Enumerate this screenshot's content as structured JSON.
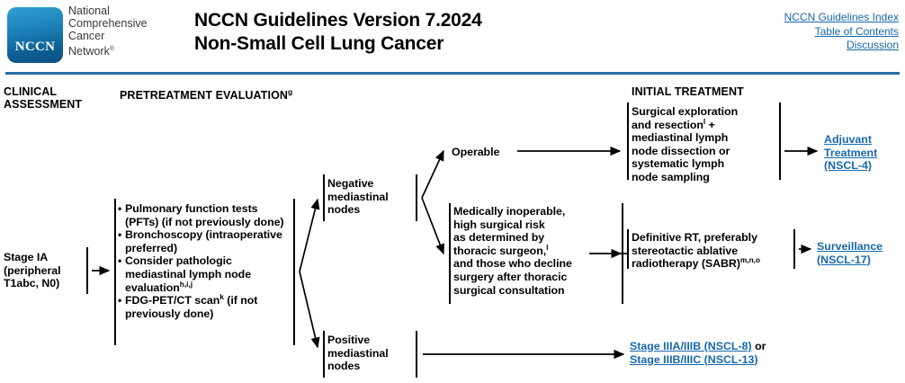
{
  "header": {
    "logo_text": "NCCN",
    "brand_lines": [
      "National",
      "Comprehensive",
      "Cancer",
      "Network"
    ],
    "brand_registered": "®",
    "title_line1": "NCCN Guidelines Version 7.2024",
    "title_line2": "Non-Small Cell Lung Cancer",
    "links": [
      "NCCN Guidelines Index",
      "Table of Contents",
      "Discussion"
    ],
    "rule_color": "#2a6ea6",
    "link_color": "#1768ad"
  },
  "columns": {
    "clinical_assessment": "CLINICAL\nASSESSMENT",
    "clinical_assessment_line1": "CLINICAL",
    "clinical_assessment_line2": "ASSESSMENT",
    "pretreatment_evaluation": "PRETREATMENT EVALUATION",
    "pretreatment_evaluation_sup": "g",
    "initial_treatment": "INITIAL TREATMENT"
  },
  "nodes": {
    "stage": {
      "line1": "Stage IA",
      "line2": "(peripheral",
      "line3": "T1abc, N0)"
    },
    "pretreatment_bullets": [
      "Pulmonary function tests (PFTs) (if not previously done)",
      "Bronchoscopy (intraoperative preferred)",
      "Consider pathologic mediastinal lymph node evaluation",
      "FDG-PET/CT scan (if not previously done)"
    ],
    "pretreatment_bullet_parts": {
      "b1": "Pulmonary function tests (PFTs) (if not previously done)",
      "b2": "Bronchoscopy (intraoperative preferred)",
      "b3a": "Consider pathologic mediastinal lymph node evaluation",
      "b3sup": "h,i,j",
      "b4a": "FDG-PET/CT scan",
      "b4sup": "k",
      "b4b": " (if not previously done)"
    },
    "negative_nodes": "Negative mediastinal nodes",
    "positive_nodes": "Positive mediastinal nodes",
    "operable": "Operable",
    "inoperable": {
      "part_a": "Medically inoperable, high surgical risk as determined by thoracic surgeon,",
      "sup": "l",
      "part_b": " and those who decline surgery after thoracic surgical consultation"
    },
    "surgical": {
      "part_a": "Surgical exploration and resection",
      "sup": "l",
      "part_b": " + mediastinal lymph node dissection or systematic lymph node sampling"
    },
    "definitive_rt": {
      "part_a": "Definitive RT, preferably stereotactic ablative radiotherapy (SABR)",
      "sup": "m,n,o"
    }
  },
  "outcomes": {
    "adjuvant": {
      "line1": "Adjuvant",
      "line2": "Treatment",
      "line3": "(NSCL-4)"
    },
    "surveillance": {
      "line1": "Surveillance",
      "line2": "(NSCL-17)"
    },
    "stage_iii": {
      "line1_link": "Stage IIIA/IIIB (NSCL-8)",
      "line1_tail": " or",
      "line2_link": "Stage IIIB/IIIC (NSCL-13)"
    }
  }
}
